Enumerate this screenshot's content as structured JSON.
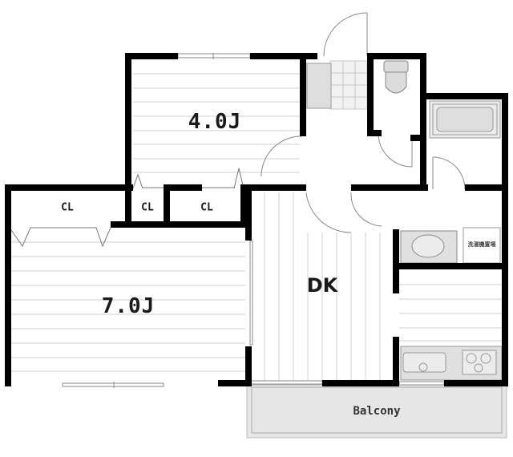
{
  "floor_plan": {
    "rooms": [
      {
        "id": "western-room-1",
        "label": "4.0J"
      },
      {
        "id": "western-room-2",
        "label": "7.0J"
      },
      {
        "id": "dining-kitchen",
        "label": "DK"
      },
      {
        "id": "balcony",
        "label": "Balcony"
      }
    ],
    "closets": [
      {
        "id": "closet-left",
        "label": "CL"
      },
      {
        "id": "closet-middle",
        "label": "CL"
      },
      {
        "id": "closet-right",
        "label": "CL"
      }
    ],
    "fixtures": {
      "washer_space_label": "洗濯機置場"
    },
    "colors": {
      "wall": "#000000",
      "floor_lines": "#c8c8c8",
      "fixture_fill": "#e2e2e2",
      "balcony_fill": "#e6e6e6"
    }
  }
}
